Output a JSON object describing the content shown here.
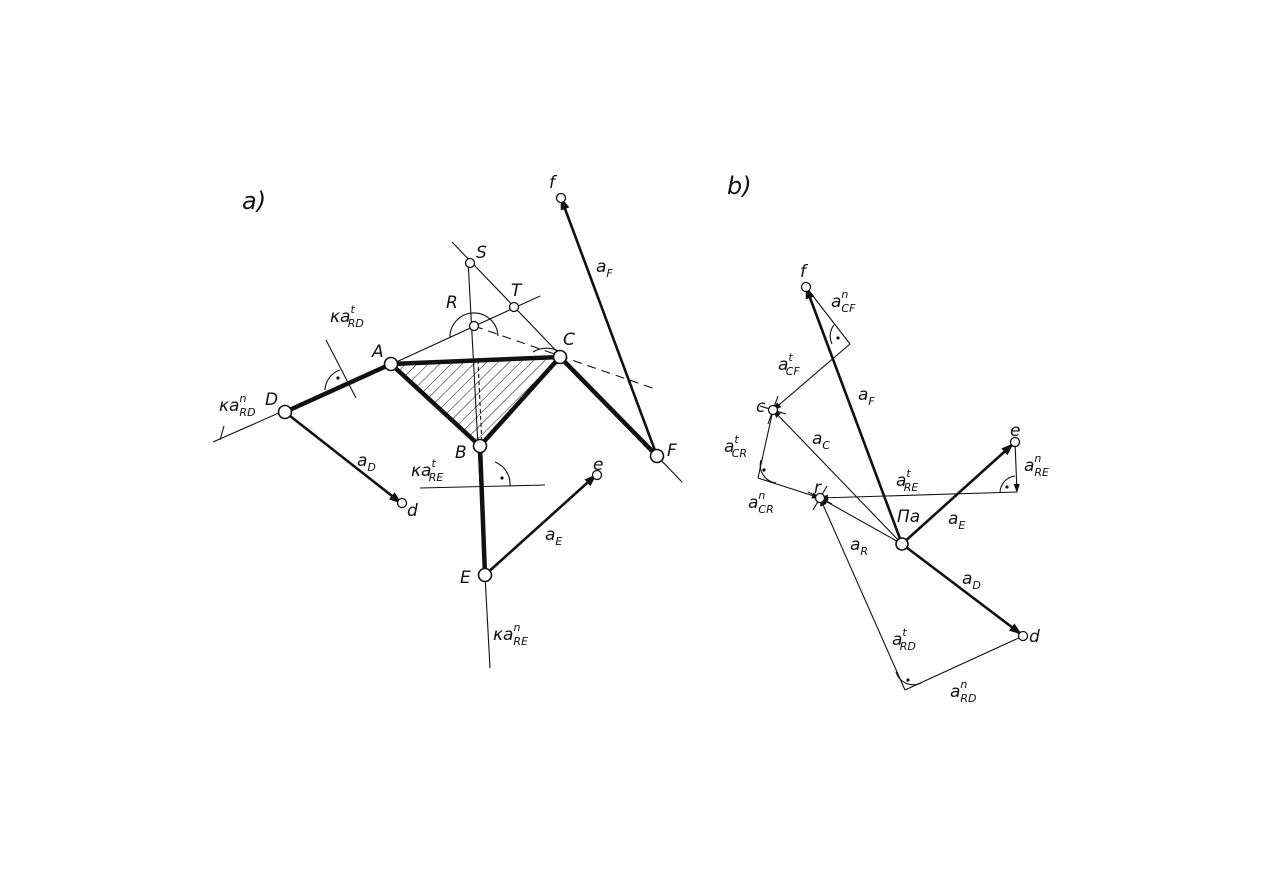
{
  "panels": {
    "a": "a)",
    "b": "b)"
  },
  "points_a": {
    "A": "A",
    "B": "B",
    "C": "C",
    "D": "D",
    "E": "E",
    "F": "F",
    "R": "R",
    "S": "S",
    "T": "T",
    "d": "d",
    "e": "e",
    "f": "f"
  },
  "points_b": {
    "c": "c",
    "d": "d",
    "e": "e",
    "f": "f",
    "r": "r",
    "pole": "Πa"
  },
  "labels_a": [
    {
      "id": "aF",
      "base": "a",
      "sub": "F",
      "sup": ""
    },
    {
      "id": "aD",
      "base": "a",
      "sub": "D",
      "sup": ""
    },
    {
      "id": "aE",
      "base": "a",
      "sub": "E",
      "sup": ""
    },
    {
      "id": "kaRDt",
      "base": "κa",
      "sub": "RD",
      "sup": "t"
    },
    {
      "id": "kaRDn",
      "base": "κa",
      "sub": "RD",
      "sup": "n"
    },
    {
      "id": "kaREt",
      "base": "κa",
      "sub": "RE",
      "sup": "t"
    },
    {
      "id": "kaREn",
      "base": "κa",
      "sub": "RE",
      "sup": "n"
    }
  ],
  "labels_b": [
    {
      "id": "aCFn",
      "base": "a",
      "sub": "CF",
      "sup": "n"
    },
    {
      "id": "aCFt",
      "base": "a",
      "sub": "CF",
      "sup": "t"
    },
    {
      "id": "aF",
      "base": "a",
      "sub": "F",
      "sup": ""
    },
    {
      "id": "aC",
      "base": "a",
      "sub": "C",
      "sup": ""
    },
    {
      "id": "aCRt",
      "base": "a",
      "sub": "CR",
      "sup": "t"
    },
    {
      "id": "aCRn",
      "base": "a",
      "sub": "CR",
      "sup": "n"
    },
    {
      "id": "aREt",
      "base": "a",
      "sub": "RE",
      "sup": "t"
    },
    {
      "id": "aREn",
      "base": "a",
      "sub": "RE",
      "sup": "n"
    },
    {
      "id": "aE",
      "base": "a",
      "sub": "E",
      "sup": ""
    },
    {
      "id": "aR",
      "base": "a",
      "sub": "R",
      "sup": ""
    },
    {
      "id": "aD",
      "base": "a",
      "sub": "D",
      "sup": ""
    },
    {
      "id": "aRDt",
      "base": "a",
      "sub": "RD",
      "sup": "t"
    },
    {
      "id": "aRDn",
      "base": "a",
      "sub": "RD",
      "sup": "n"
    }
  ]
}
